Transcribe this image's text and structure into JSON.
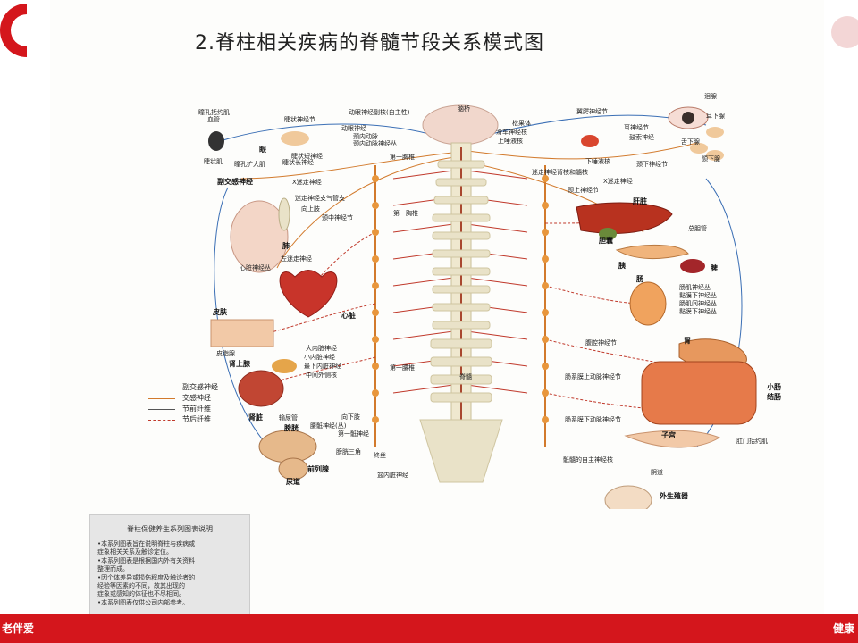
{
  "title": "2.脊柱相关疾病的脊髓节段关系模式图",
  "footer": {
    "left": "老伴爱",
    "right": "健康"
  },
  "labels": {
    "pupil_sphincter": "瞳孔括约肌",
    "blood_vessel": "血管",
    "ciliary_ganglion": "睫状神经节",
    "oculomotor_para": "动眼神经副核(自主性)",
    "pons": "脑桥",
    "pineal": "松果体",
    "pterygopalatine": "翼腭神经节",
    "lacrimal": "泪腺",
    "submandibular_gland": "耳下腺",
    "oculomotor": "动眼神经",
    "internal_carotid": "颈内动脉",
    "carotid_plexus": "颈内动脉神经丛",
    "trochlear_nucleus": "滑车神经核",
    "otic_ganglion": "耳神经节",
    "superior_salivatory": "上唾液核",
    "chorda_tympani": "鼓索神经",
    "sublingual": "舌下腺",
    "eye": "眼",
    "ciliary_short": "睫状短神经",
    "ciliary_long": "睫状长神经",
    "dilator": "瞳孔扩大肌",
    "ciliary_muscle": "睫状肌",
    "first_thoracic_top": "第一胸椎",
    "inferior_salivatory": "下唾液核",
    "vagus_nucleus": "迷走神经背核和髓核",
    "facial_nerve": "颈下神经节",
    "submandibular": "颌下腺",
    "para_nerve": "副交感神经",
    "vagus": "X迷走神经",
    "vagus_right": "X迷走神经",
    "vagus_trunk": "迷走神经支气管支",
    "superior_cervical": "颈上神经节",
    "upper_limb": "向上肢",
    "middle_cervical": "颈中神经节",
    "first_thoracic": "第一胸椎",
    "lung": "肺",
    "cardiac_plexus": "心脏神经丛",
    "left_vagus": "左迷走神经",
    "liver": "肝脏",
    "gallbladder": "胆囊",
    "bile_duct": "总胆管",
    "pancreas": "胰",
    "spleen": "脾",
    "intestine": "肠",
    "myenteric": "肠肌神经丛",
    "submucosal": "黏膜下神经丛",
    "mucosal": "肠肌间神经丛",
    "subserous": "黏膜下神经丛",
    "heart": "心脏",
    "skin": "皮肤",
    "sweat_gland": "皮脂腺",
    "greater_splanchnic": "大内脏神经",
    "lesser_splanchnic": "小内脏神经",
    "least_splanchnic": "最下内脏神经",
    "middle_ganglion": "中间外侧核",
    "celiac": "腹腔神经节",
    "stomach": "胃",
    "adrenal": "肾上腺",
    "first_lumbar": "第一腰椎",
    "kidney": "肾脏",
    "ureter": "输尿管",
    "spinal_cord": "脊髓",
    "sup_mesenteric": "肠系膜上动脉神经节",
    "small_int": "小肠",
    "colon": "结肠",
    "inferior_hypogastric": "向下肢",
    "bladder": "膀胱",
    "pelvic_plexus": "腰骶神经(丛)",
    "first_sacral": "第一骶神经",
    "inf_mesenteric": "肠系膜下动脉神经节",
    "uterus": "子宫",
    "sphincter": "肛门括约肌",
    "bladder_triangle": "膀胱三角",
    "terminal": "终丝",
    "sacral_autonomic": "骶髓的自主神经核",
    "vagina": "阴道",
    "prostate": "前列腺",
    "urethra": "尿道",
    "pelvic_splanchnic": "盆内脏神经",
    "genitals": "外生殖器"
  },
  "legend": [
    {
      "label": "副交感神经",
      "color": "#3b6fb5",
      "style": "solid"
    },
    {
      "label": "交感神经",
      "color": "#d27a2c",
      "style": "solid"
    },
    {
      "label": "节前纤维",
      "color": "#555555",
      "style": "solid"
    },
    {
      "label": "节后纤维",
      "color": "#c0392b",
      "style": "dashed"
    }
  ],
  "note": {
    "title": "脊柱保健养生系列图表说明",
    "items": [
      "•本系列图表旨在说明脊柱与疾病或",
      "  症象相关关系及触诊定位。",
      "•本系列图表是根据国内外有关资料",
      "  整理而成。",
      "•因个体差异或损伤程度及触诊者的",
      "  经验等因素的不同，故其出现的",
      "  症象或感知的体征也不尽相同。",
      "•本系列图表仅供公司内部参考。"
    ]
  },
  "colors": {
    "brand_red": "#d4161c",
    "sympathetic": "#d27a2c",
    "parasympathetic": "#3b6fb5",
    "postganglionic": "#c0392b",
    "spine": "#e9e2c8",
    "organ": "#d9462e"
  }
}
